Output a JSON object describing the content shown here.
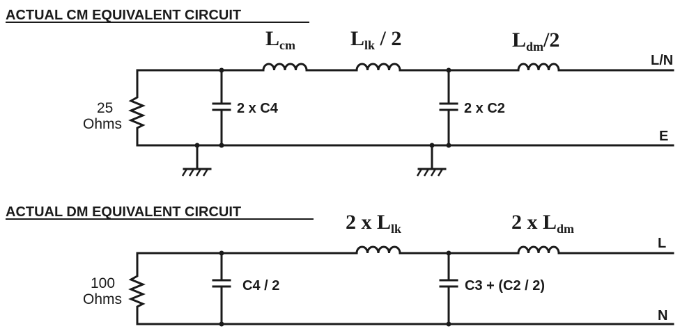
{
  "cm": {
    "heading": "ACTUAL CM EQUIVALENT CIRCUIT",
    "resistor_value": "25",
    "resistor_unit": "Ohms",
    "cap1": "2 x C4",
    "cap2": "2 x C2",
    "ind1_main": "L",
    "ind1_sub": "cm",
    "ind2_main": "L",
    "ind2_sub": "lk",
    "ind2_tail": " / 2",
    "ind3_main": "L",
    "ind3_sub": "dm",
    "ind3_tail": "/2",
    "term_top": "L/N",
    "term_bottom": "E"
  },
  "dm": {
    "heading": "ACTUAL DM EQUIVALENT CIRCUIT",
    "resistor_value": "100",
    "resistor_unit": "Ohms",
    "cap1": "C4 / 2",
    "cap2": "C3 + (C2 / 2)",
    "ind1_head": "2 x ",
    "ind1_main": "L",
    "ind1_sub": "lk",
    "ind2_head": "2 x ",
    "ind2_main": "L",
    "ind2_sub": "dm",
    "term_top": "L",
    "term_bottom": "N"
  }
}
